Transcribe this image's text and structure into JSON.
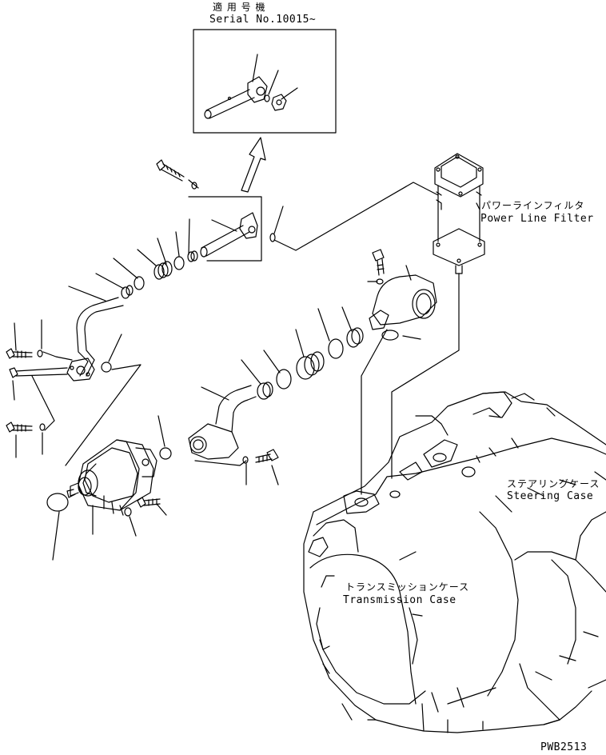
{
  "inset": {
    "title_jp": "適 用 号 機",
    "serial": "Serial No.10015~"
  },
  "labels": {
    "filter_jp": "パワーラインフィルタ",
    "filter_en": "Power Line Filter",
    "steering_jp": "ステアリングケース",
    "steering_en": "Steering Case",
    "transmission_jp": "トランスミッションケース",
    "transmission_en": "Transmission Case"
  },
  "drawing_code": "PWB2513"
}
